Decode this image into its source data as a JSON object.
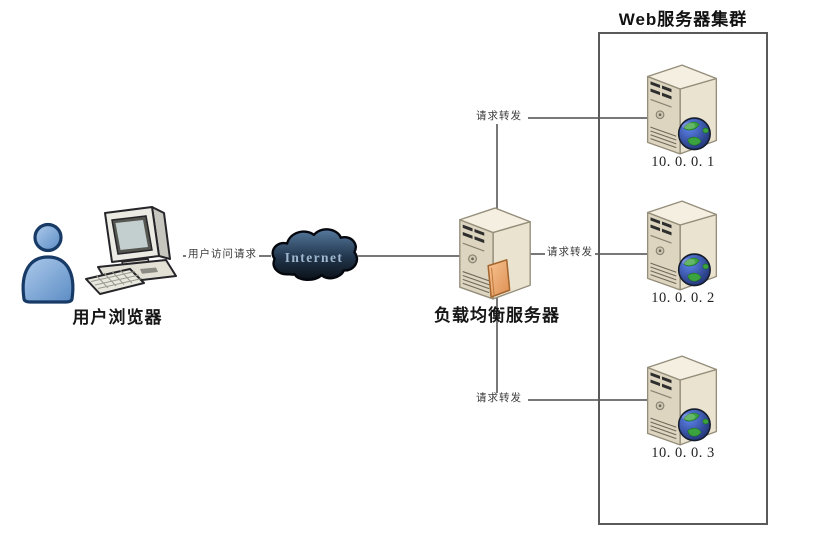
{
  "colors": {
    "line": "#787878",
    "cluster_border": "#5a5a5a",
    "person_blue": "#6d9ed6",
    "server_beige": "#e7e0cb",
    "cloud_dark": "#131c29",
    "orange_accent": "#e89a5e",
    "globe_blue": "#2b52c8",
    "globe_green": "#3aa23e"
  },
  "nodes": {
    "user": {
      "label": "用户浏览器"
    },
    "internet": {
      "label": "Internet"
    },
    "load_balancer": {
      "label": "负载均衡服务器"
    }
  },
  "edges": {
    "user_request": {
      "label": "用户访问请求"
    },
    "forward_top": {
      "label": "请求转发"
    },
    "forward_middle": {
      "label": "请求转发"
    },
    "forward_bottom": {
      "label": "请求转发"
    }
  },
  "cluster": {
    "title": "Web服务器集群",
    "servers": [
      {
        "ip": "10. 0. 0. 1"
      },
      {
        "ip": "10. 0. 0. 2"
      },
      {
        "ip": "10. 0. 0. 3"
      }
    ]
  }
}
